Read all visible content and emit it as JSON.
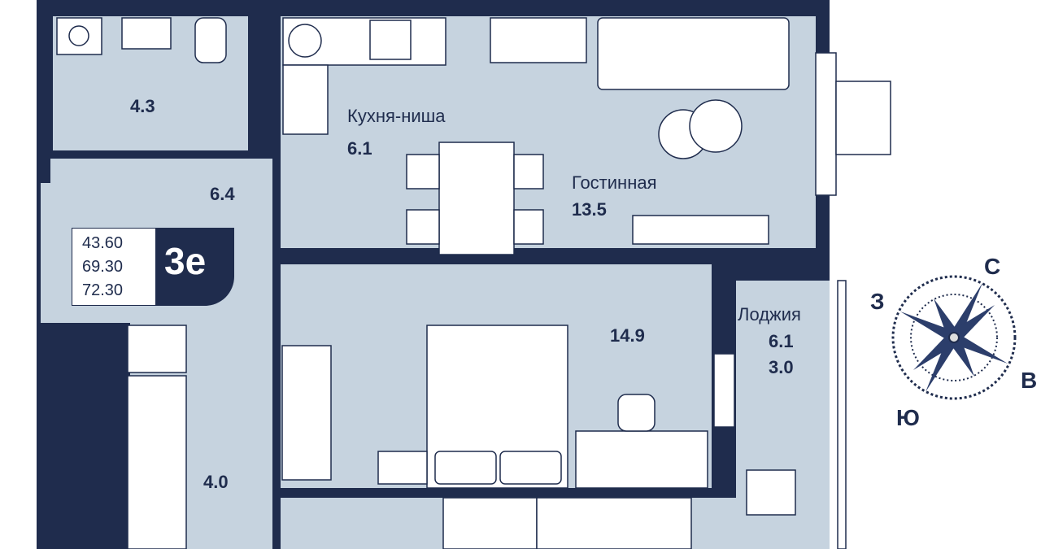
{
  "rooms": {
    "bathroom": {
      "area": "4.3"
    },
    "corridor": {
      "area": "6.4"
    },
    "kitchen": {
      "name": "Кухня-ниша",
      "area": "6.1"
    },
    "living": {
      "name": "Гостинная",
      "area": "13.5"
    },
    "bedroom": {
      "area": "14.9"
    },
    "loggia": {
      "name": "Лоджия",
      "area": "6.1",
      "reduced_area": "3.0"
    },
    "hall": {
      "area": "4.0"
    }
  },
  "apartment": {
    "living_area": "43.60",
    "total_area": "69.30",
    "total_with_loggia": "72.30",
    "code": "3е"
  },
  "compass": {
    "north": "С",
    "east": "В",
    "south": "Ю",
    "west": "З"
  },
  "colors": {
    "wall": "#1f2c4d",
    "floor": "#c6d3df"
  }
}
